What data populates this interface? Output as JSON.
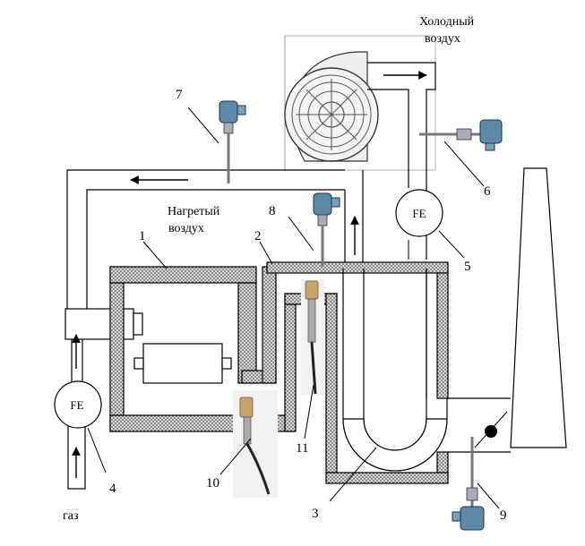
{
  "labels": {
    "cold_air_1": "Холодный",
    "cold_air_2": "воздух",
    "hot_air_1": "Нагретый",
    "hot_air_2": "воздух",
    "gas": "газ",
    "fe_left": "FE",
    "fe_right": "FE"
  },
  "numbers": {
    "n1": "1",
    "n2": "2",
    "n3": "3",
    "n4": "4",
    "n5": "5",
    "n6": "6",
    "n7": "7",
    "n8": "8",
    "n9": "9",
    "n10": "10",
    "n11": "11"
  }
}
